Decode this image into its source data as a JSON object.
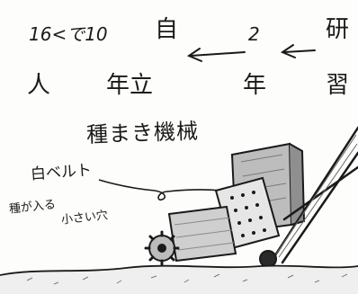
{
  "timeline": {
    "row1": {
      "left": "16<で10",
      "mid_left": "自",
      "mid": "2",
      "right": "研"
    },
    "row2": {
      "left": "人",
      "mid_left": "年立",
      "mid": "年",
      "right": "習"
    }
  },
  "machine": {
    "title": "種まき機械",
    "belt_label": "白ベルト",
    "hole_label_line1": "種が入る",
    "hole_label_line2": "小さい穴"
  },
  "colors": {
    "ink": "#1a1a1a",
    "paper": "#fdfdfb",
    "shade": "#9a9a9a"
  }
}
